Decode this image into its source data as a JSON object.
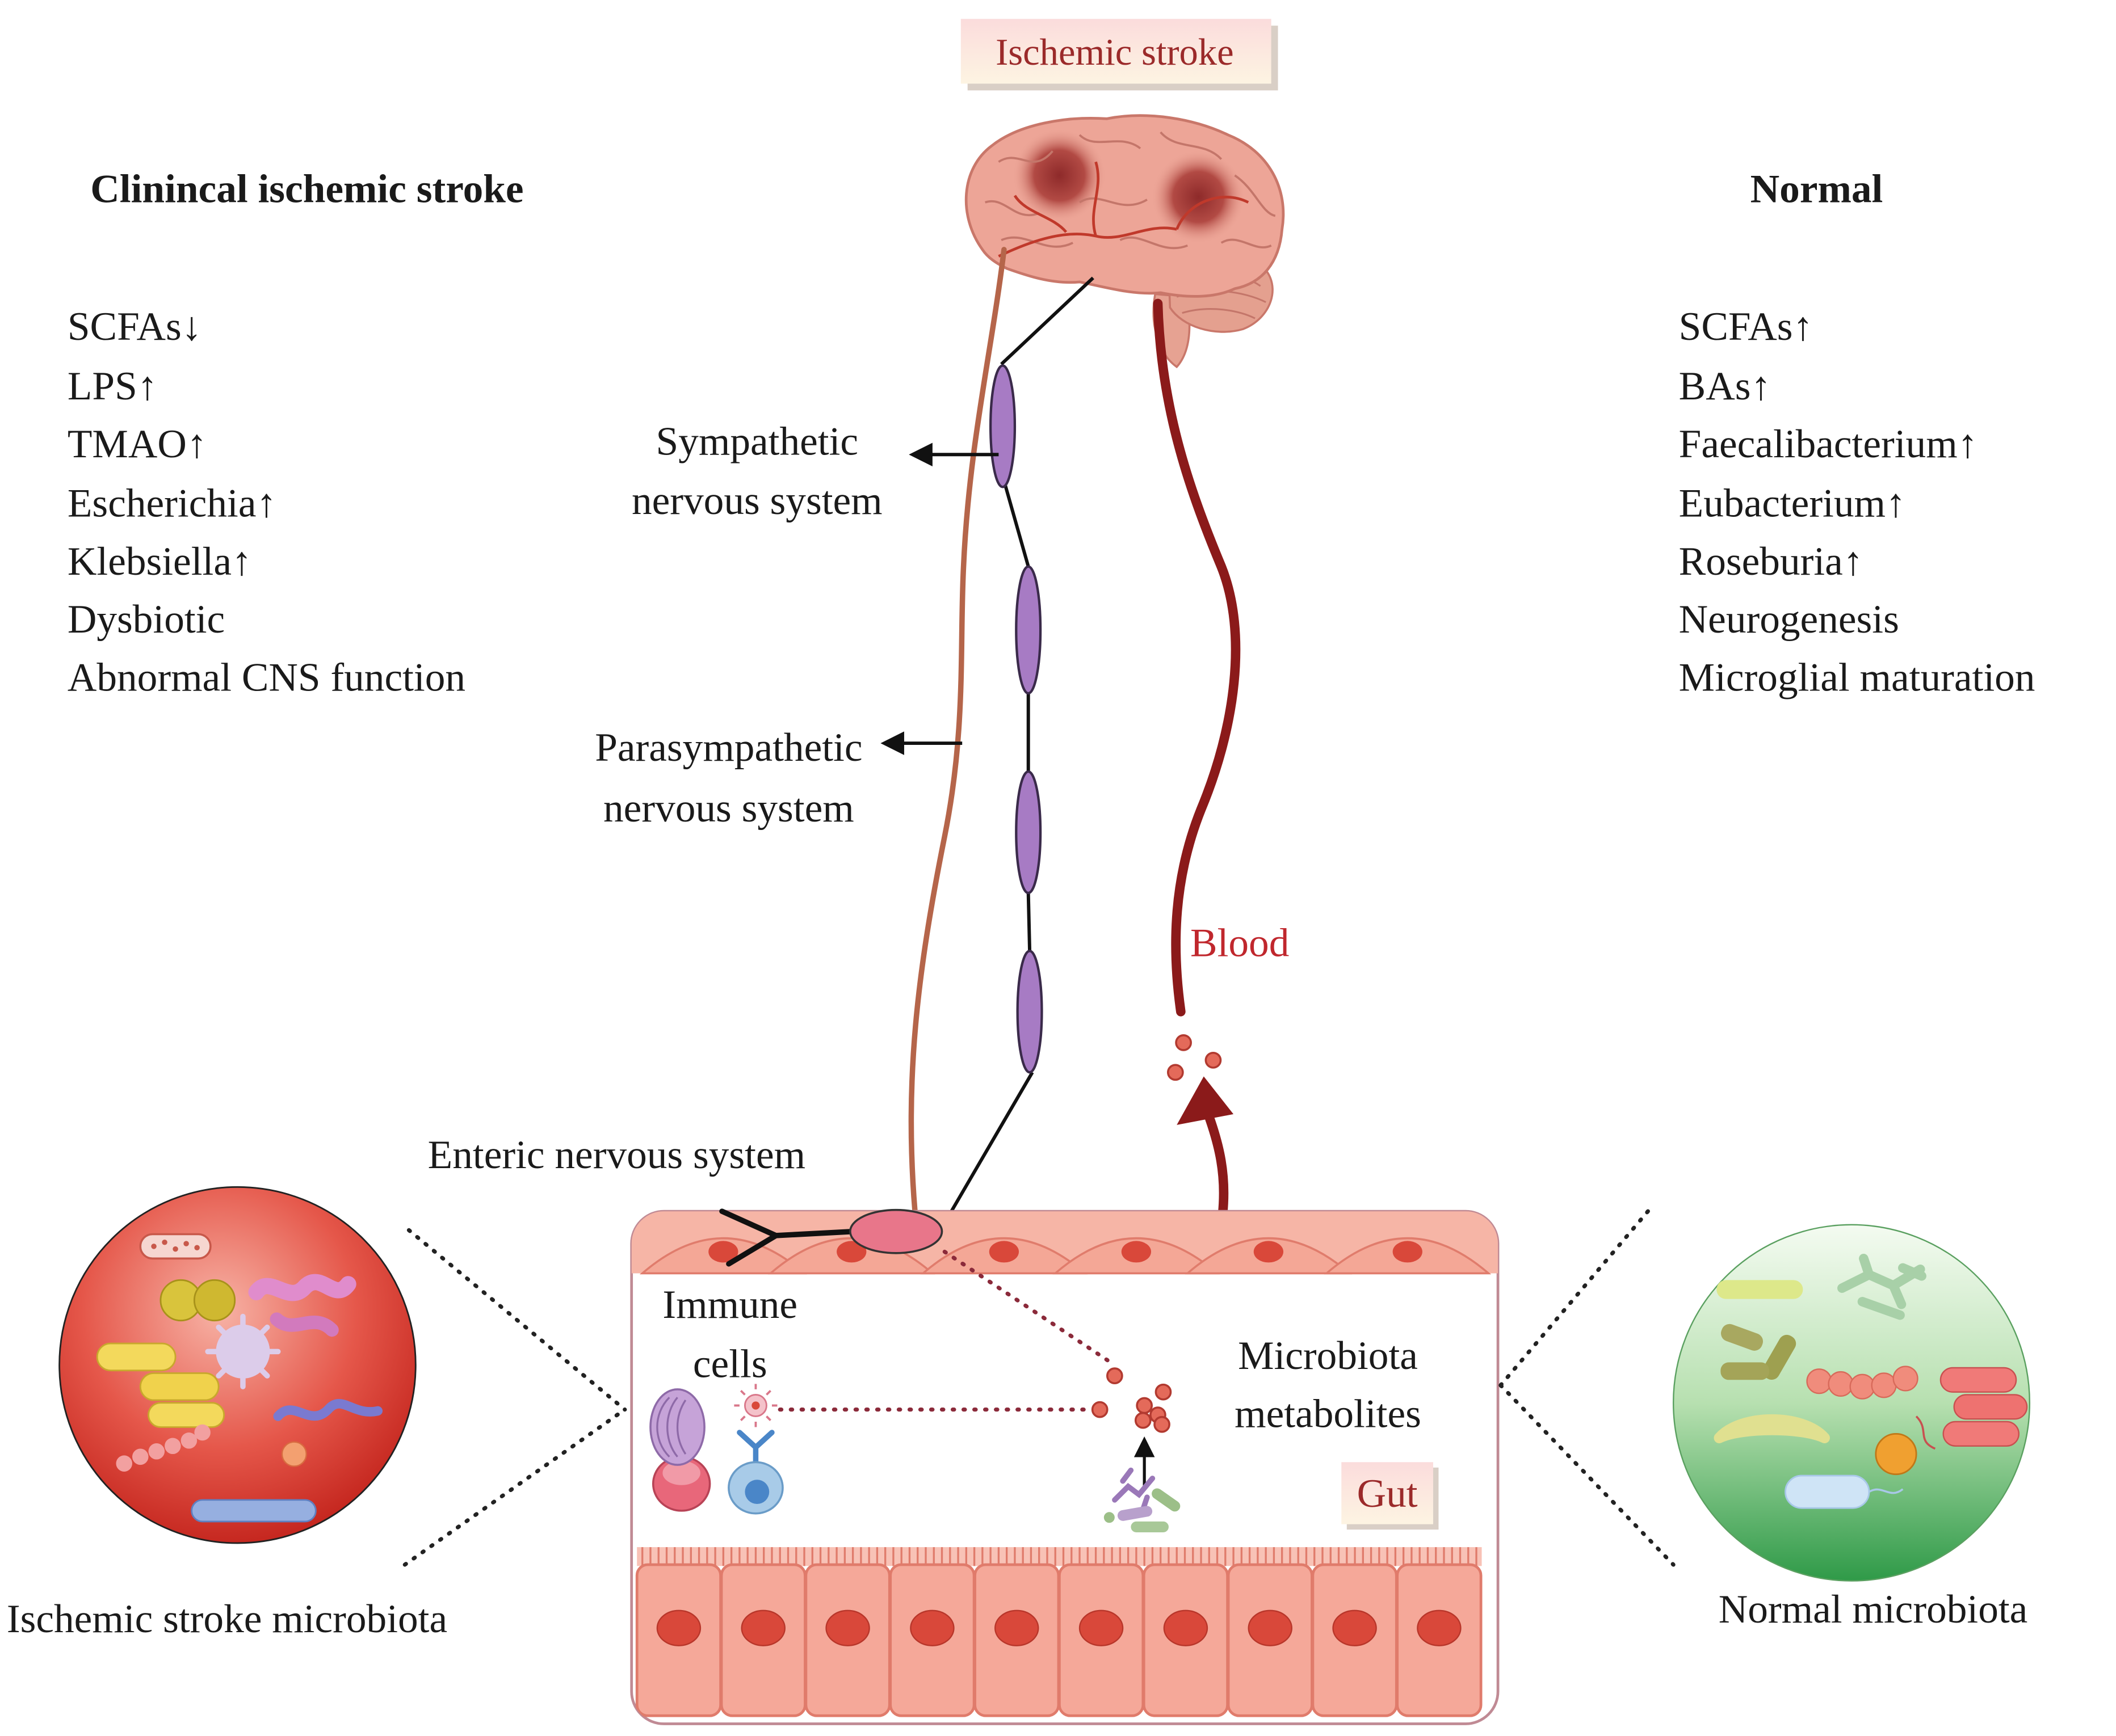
{
  "title_box": {
    "label": "Ischemic stroke"
  },
  "left_panel": {
    "heading": "Clinincal ischemic stroke",
    "items": [
      "SCFAs↓",
      "LPS↑",
      "TMAO↑",
      "Escherichia↑",
      "Klebsiella↑",
      "Dysbiotic",
      "Abnormal CNS function"
    ]
  },
  "right_panel": {
    "heading": "Normal",
    "items": [
      "SCFAs↑",
      "BAs↑",
      "Faecalibacterium↑",
      "Eubacterium↑",
      "Roseburia↑",
      "Neurogenesis",
      "Microglial maturation"
    ]
  },
  "labels": {
    "sympathetic": [
      "Sympathetic",
      "nervous system"
    ],
    "parasympathetic": [
      "Parasympathetic",
      "nervous system"
    ],
    "blood": "Blood",
    "enteric": "Enteric nervous system",
    "immune": [
      "Immune",
      "cells"
    ],
    "metabolites": [
      "Microbiota",
      "metabolites"
    ],
    "gut": "Gut"
  },
  "microbiota": {
    "stroke_caption": "Ischemic stroke microbiota",
    "normal_caption": "Normal microbiota"
  },
  "colors": {
    "title_text": "#9b2a2a",
    "blood_vessel": "#8b1a1a",
    "blood_label": "#c0272d",
    "vagus_nerve": "#b5654a",
    "ganglion": "#a77bc4",
    "stroke_circle": "#c8281e",
    "normal_circle": "#2e9a4a"
  }
}
